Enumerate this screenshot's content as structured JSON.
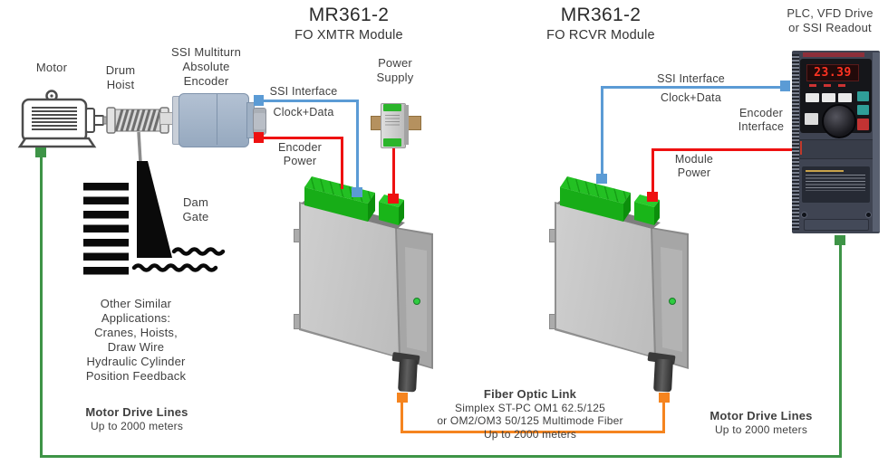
{
  "diagram": {
    "xmtr_title": {
      "model": "MR361-2",
      "subtitle": "FO XMTR Module"
    },
    "rcvr_title": {
      "model": "MR361-2",
      "subtitle": "FO RCVR Module"
    },
    "plc_title": {
      "line1": "PLC, VFD Drive",
      "line2": "or SSI Readout"
    },
    "motor_label": "Motor",
    "drum_label": {
      "line1": "Drum",
      "line2": "Hoist"
    },
    "encoder_label": {
      "line1": "SSI Multiturn",
      "line2": "Absolute",
      "line3": "Encoder"
    },
    "dam_label": {
      "line1": "Dam",
      "line2": "Gate"
    },
    "psu_label": {
      "line1": "Power",
      "line2": "Supply"
    },
    "apps": {
      "line1": "Other Similar",
      "line2": "Applications:",
      "line3": "Cranes, Hoists,",
      "line4": "Draw Wire",
      "line5": "Hydraulic Cylinder",
      "line6": "Position Feedback"
    },
    "ssi_left": {
      "line1": "SSI Interface",
      "line2": "Clock+Data"
    },
    "encoder_power": {
      "line1": "Encoder",
      "line2": "Power"
    },
    "ssi_right": {
      "line1": "SSI Interface",
      "line2": "Clock+Data"
    },
    "encoder_interface": {
      "line1": "Encoder",
      "line2": "Interface"
    },
    "module_power": {
      "line1": "Module",
      "line2": "Power"
    },
    "fiber": {
      "line1": "Fiber Optic Link",
      "line2": "Simplex ST-PC OM1 62.5/125",
      "line3": "or OM2/OM3 50/125 Multimode Fiber",
      "line4": "Up to 2000 meters"
    },
    "drive_left": {
      "line1": "Motor Drive Lines",
      "line2": "Up to 2000 meters"
    },
    "drive_right": {
      "line1": "Motor Drive Lines",
      "line2": "Up to 2000 meters"
    },
    "vfd_display": "23.39",
    "colors": {
      "ssi_blue": "#5B9BD5",
      "power_red": "#EE1111",
      "fiber_orange": "#F5841F",
      "drive_green": "#3E9447",
      "connector_green": "#22C52A"
    }
  }
}
